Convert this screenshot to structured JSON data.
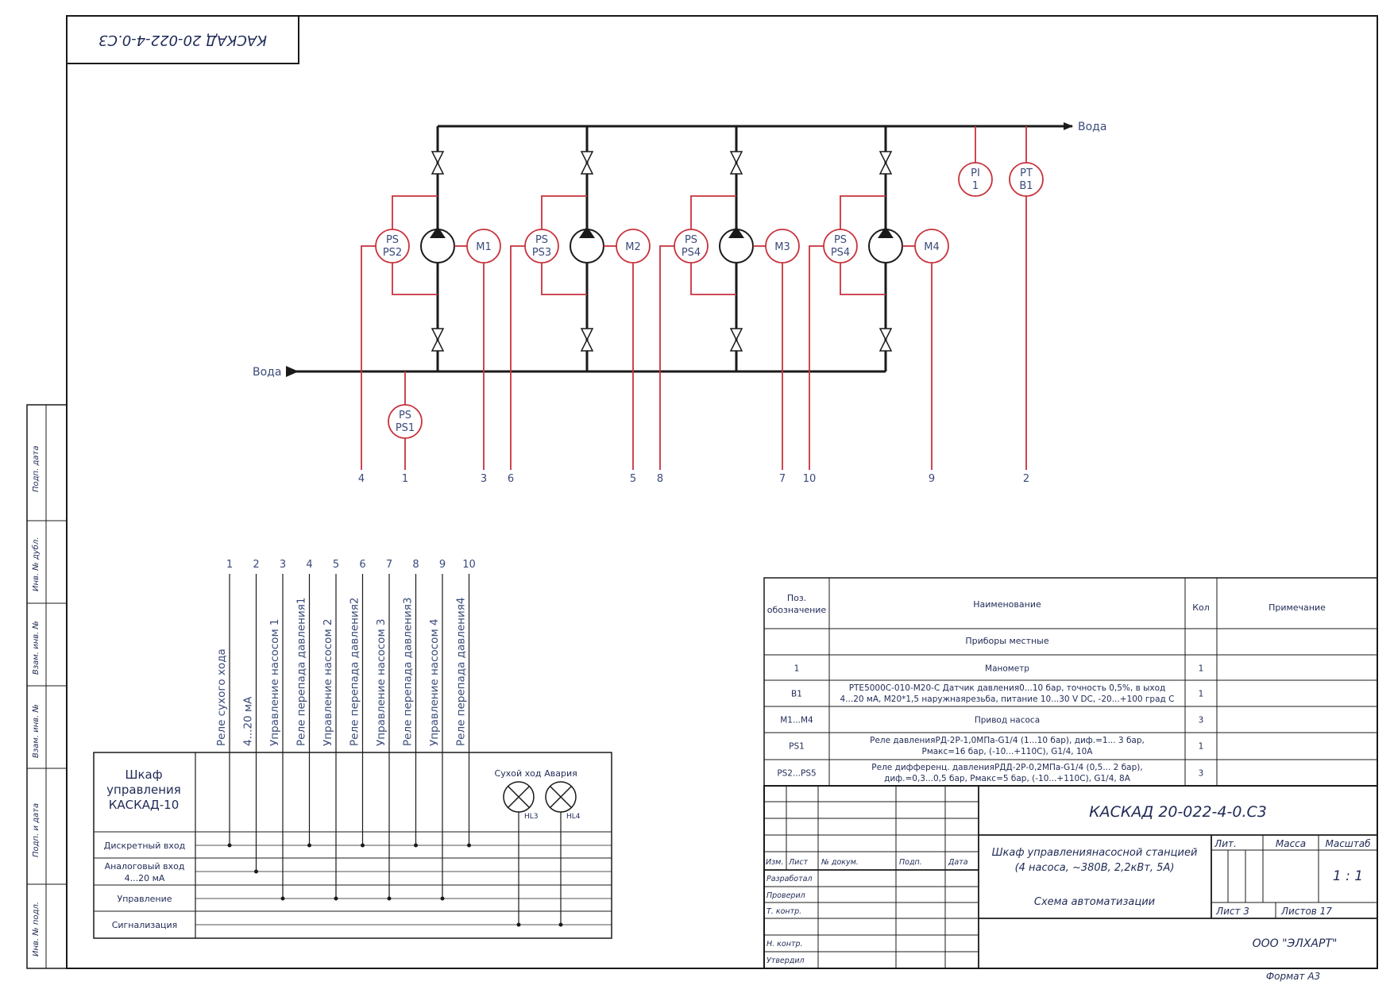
{
  "stamp_rotated": "КАСКАД 20-022-4-0.С3",
  "water_in": "Вода",
  "water_out": "Вода",
  "pumps": [
    {
      "motor": "М1",
      "relay_l1": "PS",
      "relay_l2": "PS2",
      "wire_relay": "4",
      "wire_motor": "3"
    },
    {
      "motor": "М2",
      "relay_l1": "PS",
      "relay_l2": "PS3",
      "wire_relay": "6",
      "wire_motor": "5"
    },
    {
      "motor": "М3",
      "relay_l1": "PS",
      "relay_l2": "PS4",
      "wire_relay": "8",
      "wire_motor": "7"
    },
    {
      "motor": "М4",
      "relay_l1": "PS",
      "relay_l2": "PS4",
      "wire_relay": "10",
      "wire_motor": "9"
    }
  ],
  "ps1": {
    "l1": "PS",
    "l2": "PS1",
    "wire": "1"
  },
  "pi": {
    "l1": "PI",
    "l2": "1"
  },
  "pt": {
    "l1": "PT",
    "l2": "B1",
    "wire": "2"
  },
  "cabinet": {
    "title_l1": "Шкаф",
    "title_l2": "управления",
    "title_l3": "КАСКАД-10",
    "rows": [
      {
        "l1": "Дискретный вход",
        "l2": ""
      },
      {
        "l1": "Аналоговый вход",
        "l2": "4...20 мА"
      },
      {
        "l1": "Управление",
        "l2": ""
      },
      {
        "l1": "Сигнализация",
        "l2": ""
      }
    ],
    "terminals": [
      "1",
      "2",
      "3",
      "4",
      "5",
      "6",
      "7",
      "8",
      "9",
      "10"
    ],
    "signals": [
      "Реле сухого хода",
      "4...20 мА",
      "Управление насосом 1",
      "Реле перепада давления1",
      "Управление насосом 2",
      "Реле перепада давления2",
      "Управление насосом 3",
      "Реле перепада давления3",
      "Управление насосом 4",
      "Реле перепада давления4"
    ],
    "lamps": [
      {
        "label": "Сухой ход",
        "tag": "HL3"
      },
      {
        "label": "Авария",
        "tag": "HL4"
      }
    ]
  },
  "spec": {
    "headers": {
      "pos_l1": "Поз.",
      "pos_l2": "обозначение",
      "name": "Наименование",
      "qty": "Кол",
      "note": "Примечание"
    },
    "section": "Приборы местные",
    "rows": [
      {
        "pos": "1",
        "name_l1": "Манометр",
        "name_l2": "",
        "qty": "1"
      },
      {
        "pos": "B1",
        "name_l1": "PTE5000C-010-M20-C Датчик давления0...10 бар, точность 0,5%, в ыход",
        "name_l2": "4...20 мА, M20*1,5 наружнаярезьба, питание 10...30 V DC, -20...+100   град C",
        "qty": "1"
      },
      {
        "pos": "М1...М4",
        "name_l1": "Привод насоса",
        "name_l2": "",
        "qty": "3"
      },
      {
        "pos": "PS1",
        "name_l1": "Реле давленияРД-2Р-1,0МПа-G1/4 (1...10 бар), диф.=1...  3 бар,",
        "name_l2": "Рмакс=16 бар, (-10...+110С), G1/4, 10A",
        "qty": "1"
      },
      {
        "pos": "PS2...PS5",
        "name_l1": "Реле дифференц. давленияРДД-2Р-0,2МПа-G1/4 (0,5...  2 бар),",
        "name_l2": "диф.=0,3...0,5 бар, Рмакс=5 бар, (-10...+110С), G1/4, 8A",
        "qty": "3"
      }
    ]
  },
  "titleblock": {
    "code": "КАСКАД 20-022-4-0.С3",
    "desc_l1": "Шкаф управлениянасосной станцией",
    "desc_l2": "(4 насоса, ~380В, 2,2кВт, 5А)",
    "doc_title": "Схема автоматизации",
    "lit": "Лит.",
    "mass": "Масса",
    "scale_label": "Масштаб",
    "scale": "1 : 1",
    "sheet": "Лист 3",
    "sheets": "Листов 17",
    "company": "ООО \"ЭЛХАРТ\"",
    "format": "Формат  А3",
    "cols": {
      "izm": "Изм.",
      "list": "Лист",
      "doc": "№ докум.",
      "sign": "Подп.",
      "date": "Дата"
    },
    "roles": [
      "Разработал",
      "Проверил",
      "Т. контр.",
      "",
      "Н. контр.",
      "Утвердил"
    ]
  },
  "side_labels": [
    "Подп. дата",
    "Инв. № дубл.",
    "Взам. инв. №",
    "Взам. инв. №",
    "Подп. и дата",
    "Инв. № подл."
  ]
}
